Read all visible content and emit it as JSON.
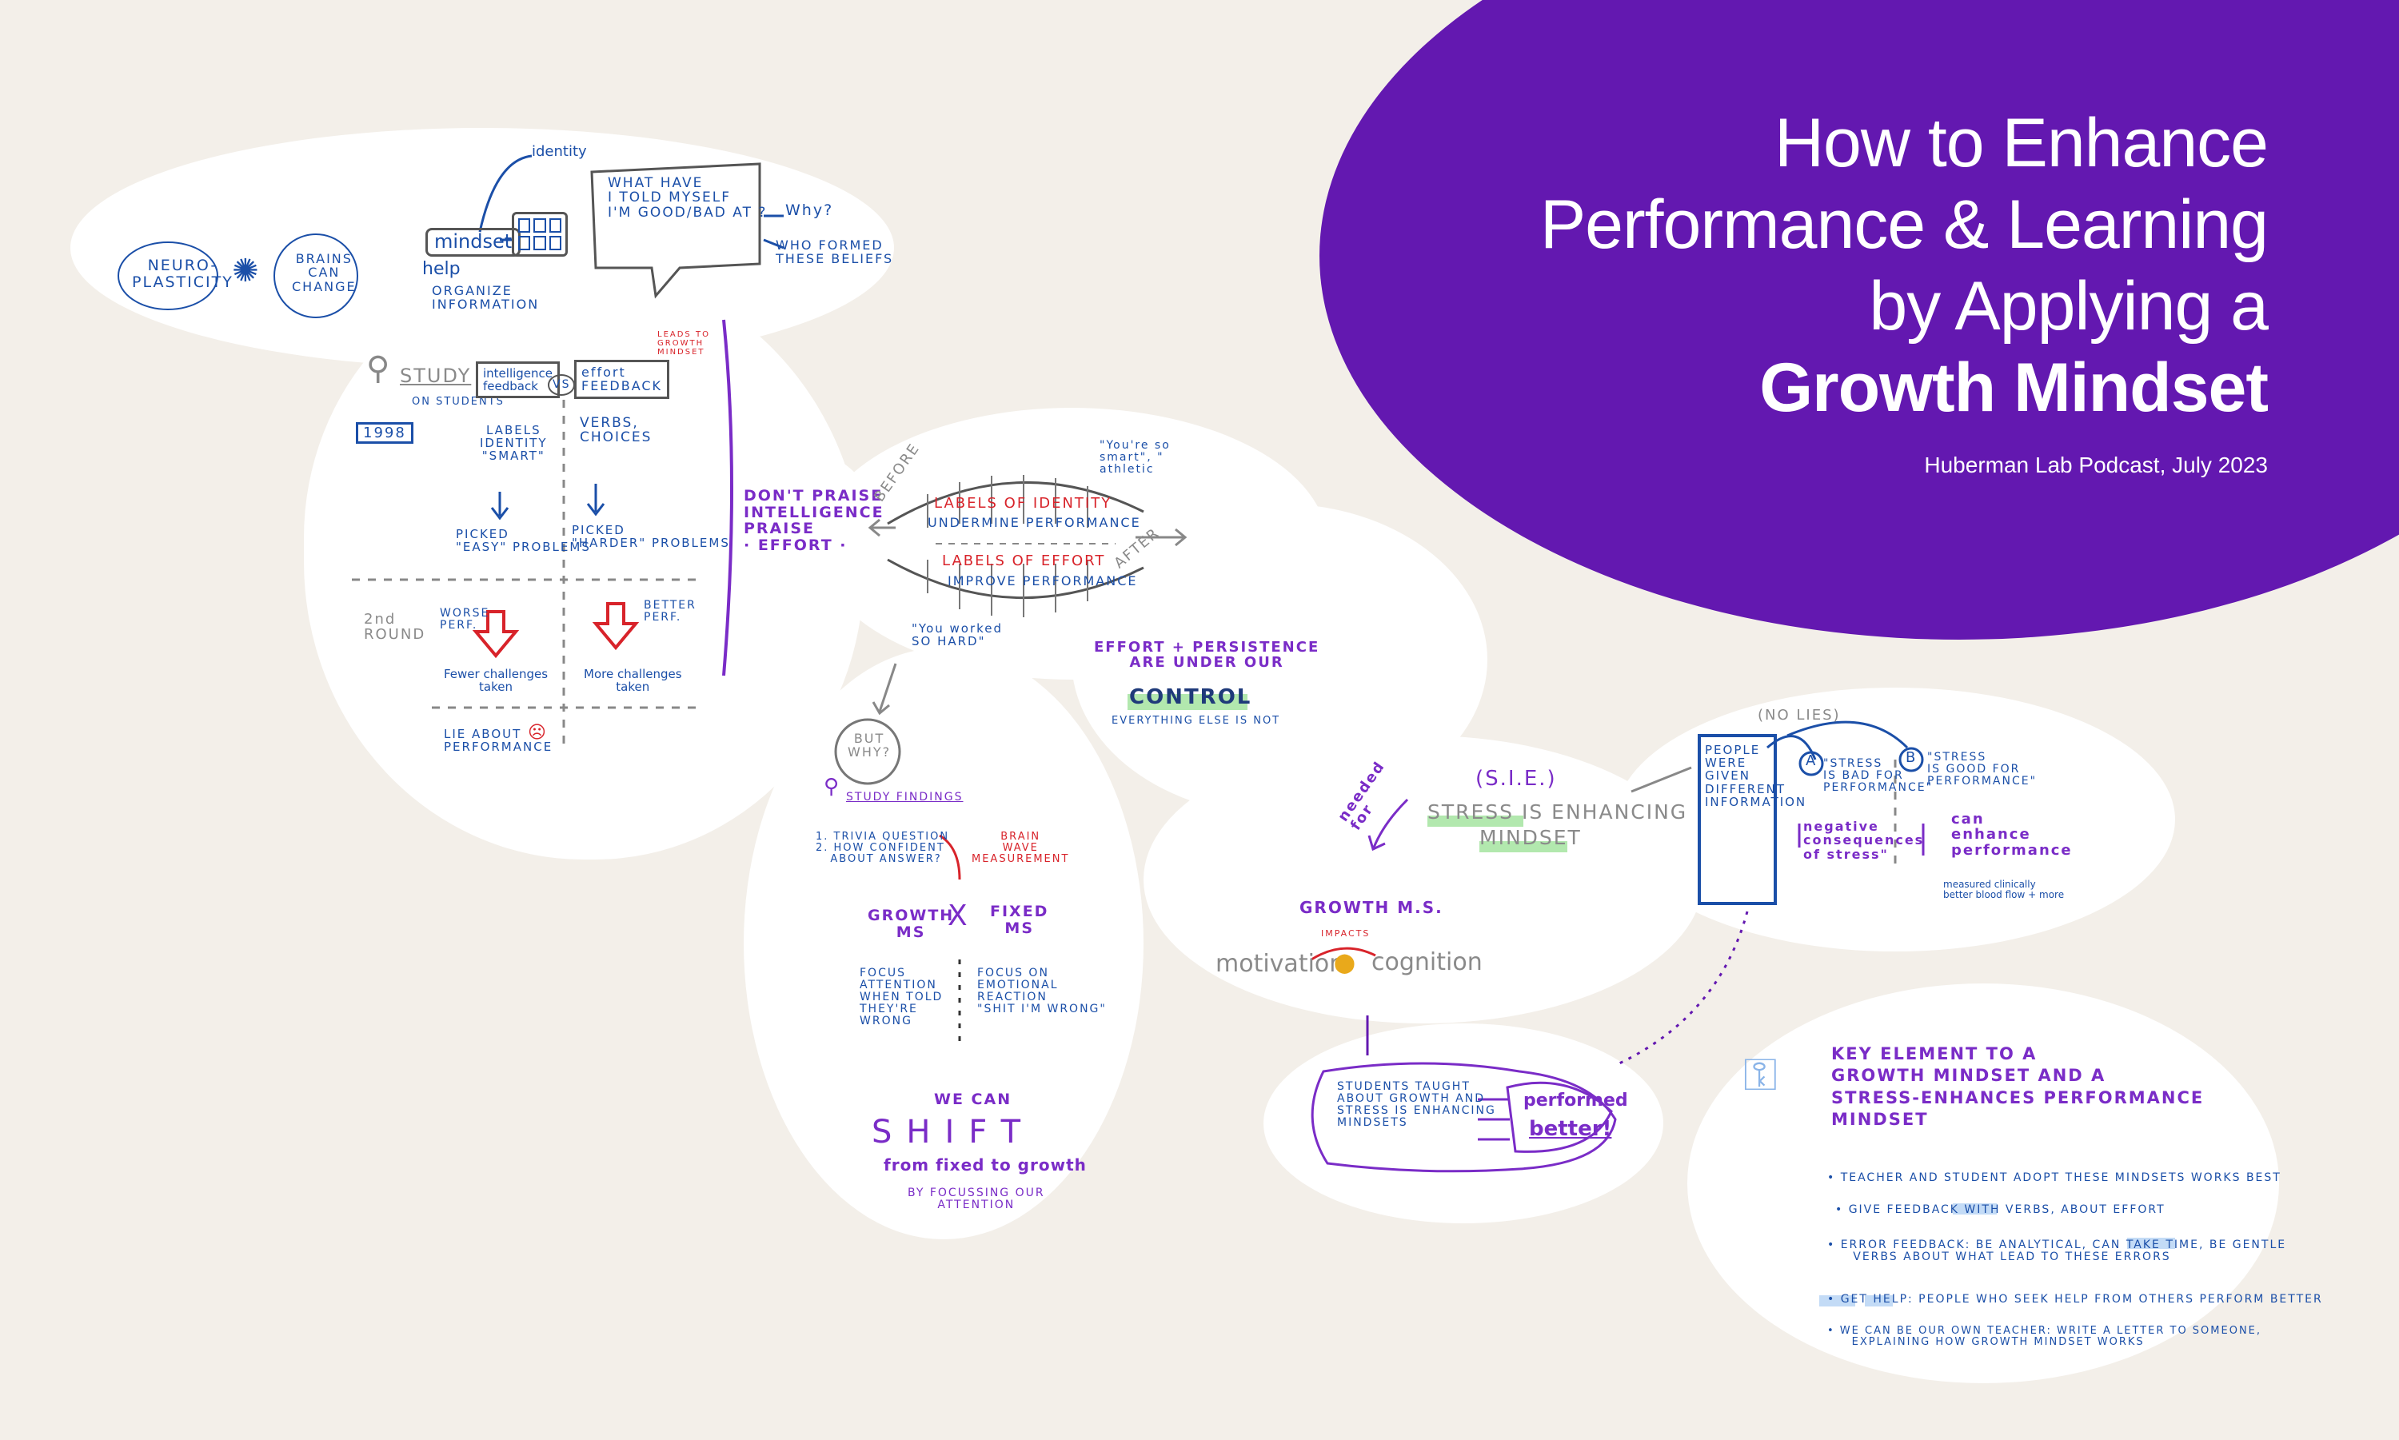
{
  "header": {
    "title_lines": [
      "How to Enhance",
      "Performance & Learning",
      "by Applying a"
    ],
    "title_bold": "Growth Mindset",
    "subtitle": "Huberman Lab Podcast, July 2023"
  },
  "colors": {
    "banner": "#6318b0",
    "background": "#f3efe9",
    "bubble": "#ffffff",
    "ink_blue": "#1b4fa8",
    "ink_purple": "#7a2cc7",
    "ink_red": "#d8232a",
    "highlight_green": "#9fe29a"
  },
  "neuro": {
    "left": "NEURO-\nPLASTICITY",
    "right": "BRAINS\nCAN\nCHANGE",
    "brain_icon": "brain-icon"
  },
  "mindset": {
    "label": "mindset",
    "identity": "identity",
    "help": "help",
    "organize": "ORGANIZE\nINFORMATION",
    "speech": "WHAT HAVE\nI TOLD MYSELF\nI'M GOOD/BAD AT ?",
    "why": "Why?",
    "who": "WHO FORMED\nTHESE BELIEFS"
  },
  "study": {
    "label": "STUDY",
    "sub": "ON STUDENTS",
    "year": "1998",
    "intelligence": "intelligence\nfeedback",
    "vs": "VS",
    "effort": "effort\nFEEDBACK",
    "leads": "LEADS TO\nGROWTH\nMINDSET",
    "labels": "LABELS\nIDENTITY\n\"SMART\"",
    "verbs": "VERBS,\nCHOICES",
    "easy": "PICKED\n\"EASY\" PROBLEMS",
    "harder": "PICKED\n\"HARDER\" PROBLEMS",
    "second_round": "2nd\nROUND",
    "worse": "WORSE\nPERF.",
    "better": "BETTER\nPERF.",
    "fewer": "Fewer challenges\ntaken",
    "more": "More challenges\ntaken",
    "lie": "LIE ABOUT\nPERFORMANCE"
  },
  "praise": {
    "text": "DON'T PRAISE\nINTELLIGENCE\nPRAISE\n· EFFORT ·"
  },
  "labels_diagram": {
    "before": "BEFORE",
    "after": "AFTER",
    "identity": "LABELS OF IDENTITY",
    "undermine": "UNDERMINE PERFORMANCE",
    "effort": "LABELS OF EFFORT",
    "improve": "IMPROVE PERFORMANCE",
    "youre_so": "\"You're so\nsmart\", \"\nathletic",
    "you_worked": "\"You worked\nSO HARD\"",
    "control_top": "EFFORT + PERSISTENCE\nARE UNDER OUR",
    "control": "CONTROL",
    "control_bottom": "EVERYTHING ELSE IS NOT"
  },
  "findings": {
    "but_why": "BUT\nWHY?",
    "label": "STUDY FINDINGS",
    "list": "1. TRIVIA QUESTION\n2. HOW CONFIDENT\n   ABOUT ANSWER?",
    "brain_wave": "BRAIN\nWAVE\nMEASUREMENT",
    "growth": "GROWTH\nMS",
    "x": "X",
    "fixed": "FIXED\nMS",
    "focus_attention": "FOCUS\nATTENTION\nWHEN TOLD\nTHEY'RE\nWRONG",
    "focus_emotional": "FOCUS ON\nEMOTIONAL\nREACTION\n\"SHIT I'M WRONG\"",
    "we_can": "WE CAN",
    "shift": "SHIFT",
    "fixed_to_growth": "from fixed to growth",
    "by_focusing": "BY FOCUSSING OUR\nATTENTION"
  },
  "sie": {
    "needed_for": "needed\nfor",
    "sie": "(S.I.E.)",
    "stress_line": "STRESS IS ENHANCING",
    "mindset": "MINDSET",
    "growth_ms": "GROWTH M.S.",
    "impacts": "IMPACTS",
    "motivation": "motivation",
    "cognition": "cognition"
  },
  "stress_study": {
    "people": "PEOPLE\nWERE\nGIVEN\nDIFFERENT\nINFORMATION",
    "no_lies": "(NO LIES)",
    "a": "A",
    "b": "B",
    "a_text": "\"STRESS\nIS BAD FOR\nPERFORMANCE\"",
    "b_text": "\"STRESS\nIS GOOD FOR\nPERFORMANCE\"",
    "negative": "negative\nconsequences\nof stress\"",
    "can_enhance": "can\nenhance\nperformance",
    "measured": "measured clinically\nbetter blood flow + more"
  },
  "students": {
    "text": "STUDENTS TAUGHT\nABOUT GROWTH AND\nSTRESS IS ENHANCING\nMINDSETS",
    "performed": "performed",
    "better": "better!"
  },
  "key": {
    "title": "KEY ELEMENT TO A\nGROWTH MINDSET AND A\nSTRESS-ENHANCES PERFORMANCE\nMINDSET",
    "key_icon": "key-icon",
    "bullets": [
      "• TEACHER AND STUDENT ADOPT THESE MINDSETS WORKS BEST",
      "• GIVE FEEDBACK WITH VERBS, ABOUT EFFORT",
      "• ERROR FEEDBACK: BE ANALYTICAL, CAN TAKE TIME, BE GENTLE\n     VERBS ABOUT WHAT LEAD TO THESE ERRORS",
      "• GET HELP: PEOPLE WHO SEEK HELP FROM OTHERS PERFORM BETTER",
      "• WE CAN BE OUR OWN TEACHER: WRITE A LETTER TO SOMEONE,\n     EXPLAINING HOW GROWTH MINDSET WORKS"
    ]
  }
}
